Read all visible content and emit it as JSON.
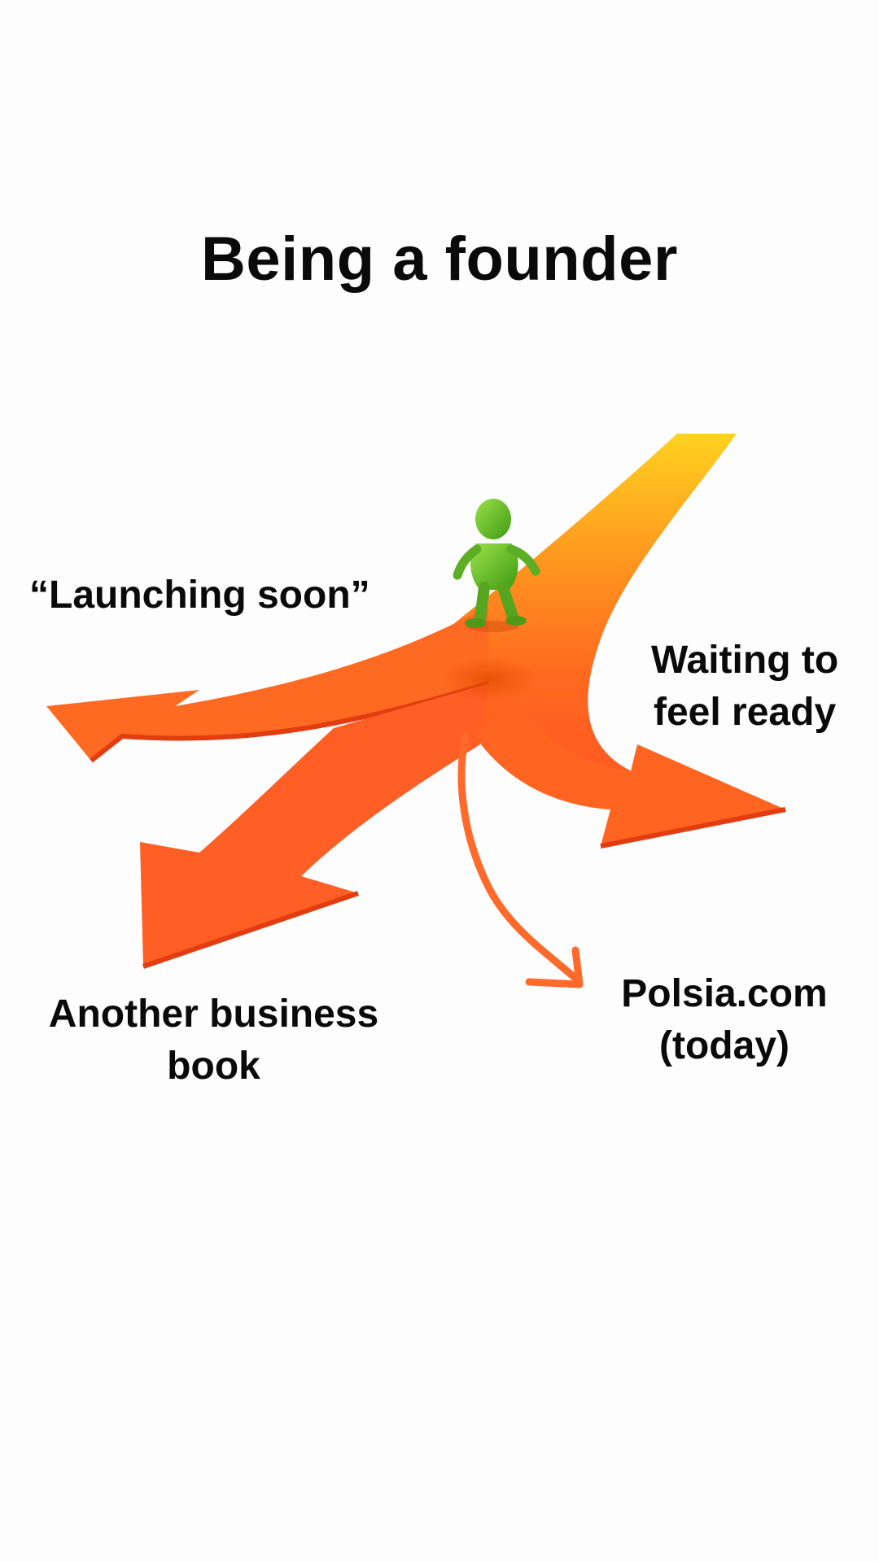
{
  "title": "Being a founder",
  "labels": {
    "launching": "“Launching soon”",
    "waiting_line1": "Waiting to",
    "waiting_line2": "feel ready",
    "book_line1": "Another business",
    "book_line2": "book",
    "polsia_line1": "Polsia.com",
    "polsia_line2": "(today)"
  },
  "colors": {
    "arrow_orange": "#FF6A1F",
    "arrow_yellow": "#FFD21F",
    "figure_green": "#6FBF2A"
  }
}
